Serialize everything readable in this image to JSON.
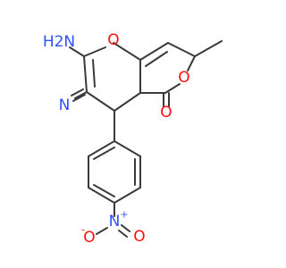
{
  "molecule": {
    "atoms": {
      "amine": "H2N",
      "nitrile_n": "N",
      "ring_o1": "O",
      "ring_o2": "O",
      "carbonyl_o": "O",
      "nitro_n": "N",
      "nitro_charge_pos": "+",
      "nitro_o_top": "O",
      "nitro_o_minus": "O",
      "nitro_charge_neg": "-"
    },
    "colors": {
      "bond": "#3a3a3a",
      "oxygen": "#ff0d0d",
      "nitrogen": "#3050f8"
    }
  }
}
